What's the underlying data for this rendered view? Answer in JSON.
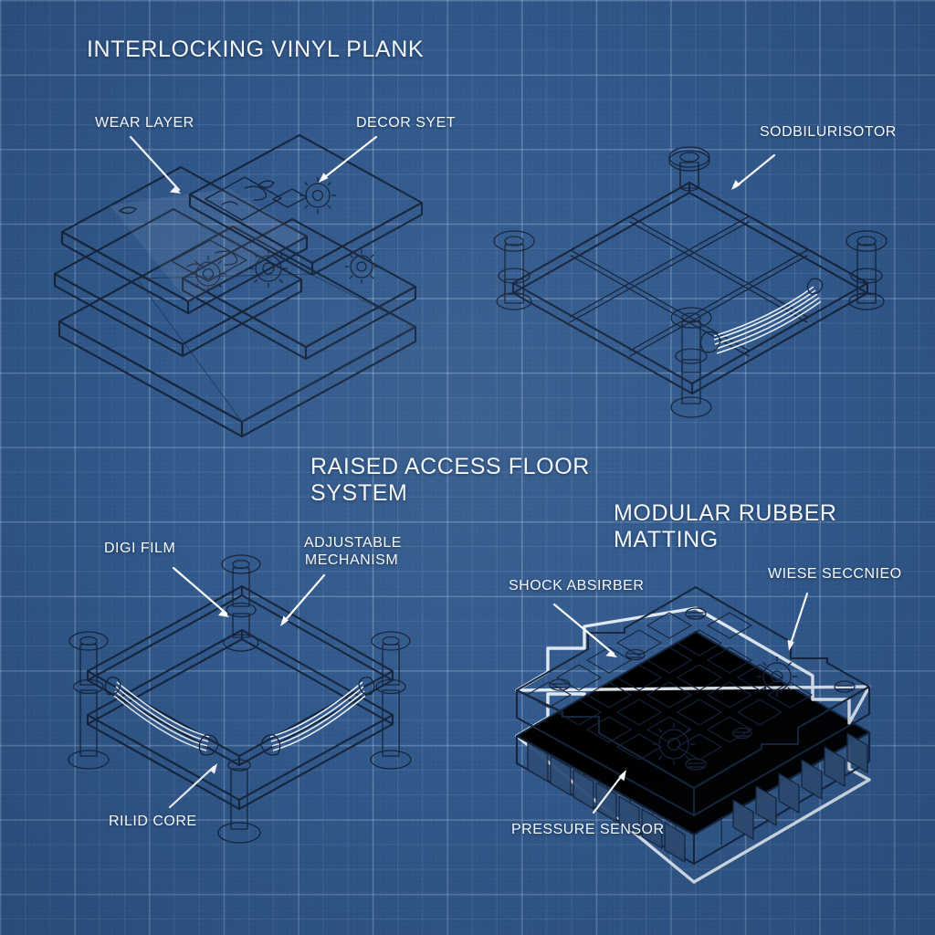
{
  "sheet": {
    "background_color": "#31598c",
    "grid_color": "#bcd4ee",
    "ink_color": "#16243c",
    "label_color": "#f4f7fc"
  },
  "panels": [
    {
      "id": "interlocking-vinyl-plank",
      "title": "INTERLOCKING VINYL PLANK",
      "labels": [
        {
          "id": "wear-layer",
          "text": "WEAR LAYER"
        },
        {
          "id": "decor-sheet",
          "text": "DECOR SYET"
        }
      ]
    },
    {
      "id": "raised-access-floor-top",
      "title": "",
      "labels": [
        {
          "id": "sound-isolator",
          "text": "SODBILURISOTOR"
        }
      ]
    },
    {
      "id": "raised-access-floor-system",
      "title": "RAISED ACCESS FLOOR\nSYSTEM",
      "labels": [
        {
          "id": "digi-film",
          "text": "DIGI FILM"
        },
        {
          "id": "adjustable-mechanism",
          "text": "ADJUSTABLE\nMECHANISM"
        },
        {
          "id": "rigid-core",
          "text": "RILID CORE"
        }
      ]
    },
    {
      "id": "modular-rubber-matting",
      "title": "MODULAR RUBBER MATTING",
      "labels": [
        {
          "id": "shock-absorber",
          "text": "SHOCK ABSIRBER"
        },
        {
          "id": "wear-resistant",
          "text": "WIESE SECCNIEO"
        },
        {
          "id": "pressure-sensor",
          "text": "PRESSURE SENSOR"
        }
      ]
    }
  ]
}
